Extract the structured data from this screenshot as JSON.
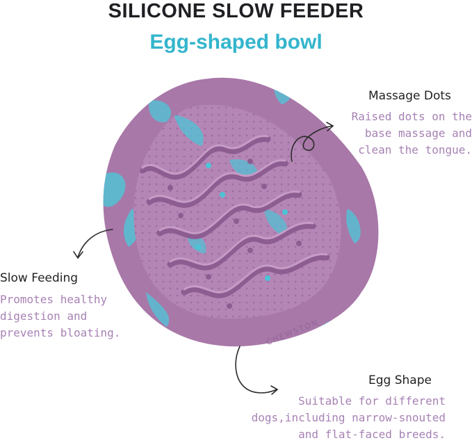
{
  "header": {
    "title": "SILICONE SLOW FEEDER",
    "subtitle": "Egg-shaped bowl"
  },
  "product": {
    "brand_mark": "CHEWSTON",
    "colors": {
      "body": "#a677a6",
      "swirl": "#4cc3d6",
      "accent": "#33b5cc"
    }
  },
  "features": {
    "massage_dots": {
      "title": "Massage Dots",
      "lines": [
        "Raised dots on the",
        "base massage and",
        "clean the tongue."
      ]
    },
    "slow_feeding": {
      "title": "Slow Feeding",
      "lines": [
        "Promotes healthy",
        "digestion and",
        "prevents bloating."
      ]
    },
    "egg_shape": {
      "title": "Egg Shape",
      "lines": [
        "Suitable for different",
        "dogs,including narrow-snouted",
        "and flat-faced breeds."
      ]
    }
  }
}
